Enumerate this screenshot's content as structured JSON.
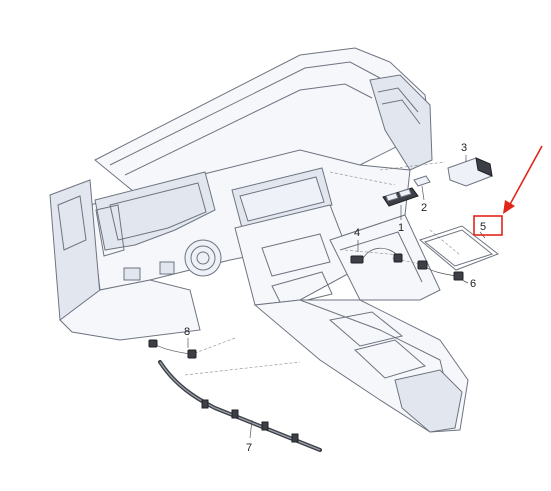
{
  "callouts": {
    "p1": "1",
    "p2": "2",
    "p3": "3",
    "p4": "4",
    "p5": "5",
    "p6": "6",
    "p7": "7",
    "p8": "8"
  },
  "colors": {
    "highlight": "#e0261b",
    "line": "#6e7480",
    "fill": "#eef1f7"
  }
}
